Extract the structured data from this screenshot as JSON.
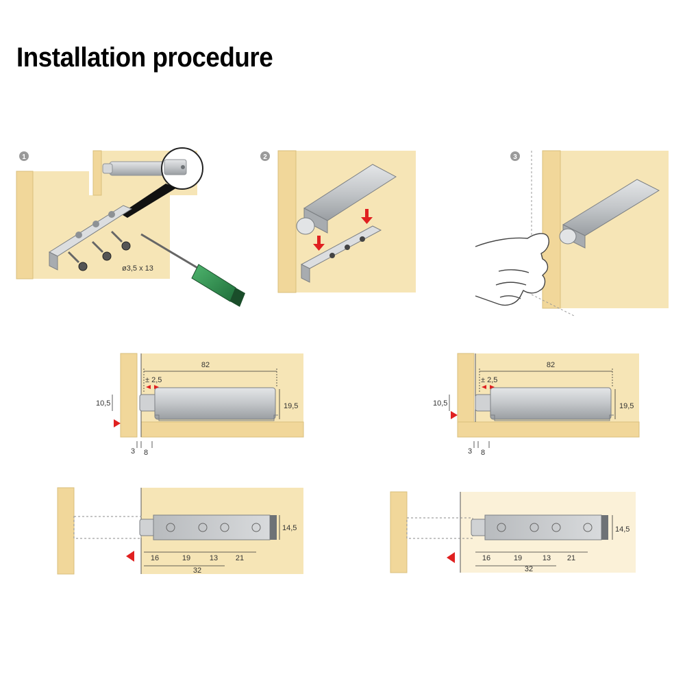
{
  "title": "Installation procedure",
  "steps": [
    {
      "number": "1",
      "screw_label": "ø3,5 x 13"
    },
    {
      "number": "2"
    },
    {
      "number": "3"
    }
  ],
  "side_views": [
    {
      "length": "82",
      "tolerance": "± 2,5",
      "height_left": "10,5",
      "height_right": "19,5",
      "offset_a": "3",
      "offset_b": "8"
    },
    {
      "length": "82",
      "tolerance": "± 2,5",
      "height_left": "10,5",
      "height_right": "19,5",
      "offset_a": "3",
      "offset_b": "8"
    }
  ],
  "top_views": [
    {
      "height": "14,5",
      "d1": "16",
      "d2": "19",
      "d3": "13",
      "d4": "21",
      "total": "32"
    },
    {
      "height": "14,5",
      "d1": "16",
      "d2": "19",
      "d3": "13",
      "d4": "21",
      "total": "32"
    }
  ],
  "colors": {
    "wood": "#f6e5b6",
    "wood_edge": "#e9cf8c",
    "metal": "#c4c7ca",
    "metal_dark": "#8d9195",
    "handle": "#2f8f4f",
    "marker": "#e02020"
  }
}
